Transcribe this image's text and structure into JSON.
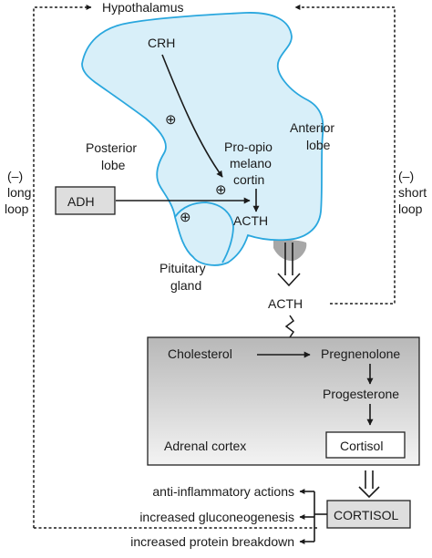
{
  "colors": {
    "gland_fill": "#d8eff9",
    "gland_stroke": "#2aa7de",
    "box_border": "#222222",
    "cortex_top": "#b8b8b8",
    "cortex_bottom": "#f3f3f3",
    "label_box_fill": "#dedede",
    "stalk_gray": "#a7a7a7"
  },
  "labels": {
    "hypothalamus": "Hypothalamus",
    "crh": "CRH",
    "posterior_lobe_1": "Posterior",
    "posterior_lobe_2": "lobe",
    "anterior_lobe_1": "Anterior",
    "anterior_lobe_2": "lobe",
    "pomc_1": "Pro-opio",
    "pomc_2": "melano",
    "pomc_3": "cortin",
    "adh": "ADH",
    "acth_inner": "ACTH",
    "pituitary_1": "Pituitary",
    "pituitary_2": "gland",
    "acth_outer": "ACTH",
    "long_loop_1": "(–)",
    "long_loop_2": "long",
    "long_loop_3": "loop",
    "short_loop_1": "(–)",
    "short_loop_2": "short",
    "short_loop_3": "loop",
    "cholesterol": "Cholesterol",
    "pregnenolone": "Pregnenolone",
    "progesterone": "Progesterone",
    "adrenal_cortex": "Adrenal cortex",
    "cortisol_inner": "Cortisol",
    "cortisol_outer": "CORTISOL",
    "plus": "⊕"
  },
  "effects": [
    "anti-inflammatory actions",
    "increased gluconeogenesis",
    "increased protein breakdown"
  ]
}
